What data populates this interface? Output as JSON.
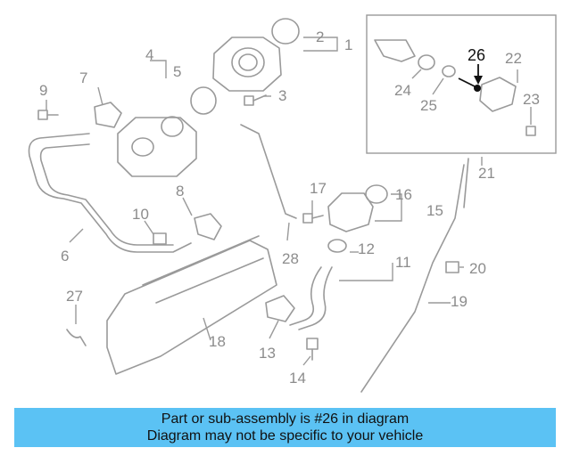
{
  "caption": {
    "line1": "Part or sub-assembly is #26 in diagram",
    "line2": "Diagram may not be specific to your vehicle"
  },
  "callouts": {
    "c1": "1",
    "c2": "2",
    "c3": "3",
    "c4": "4",
    "c5": "5",
    "c6": "6",
    "c7": "7",
    "c8": "8",
    "c9": "9",
    "c10": "10",
    "c11": "11",
    "c12": "12",
    "c13": "13",
    "c14": "14",
    "c15": "15",
    "c16": "16",
    "c17": "17",
    "c18": "18",
    "c19": "19",
    "c20": "20",
    "c21": "21",
    "c22": "22",
    "c23": "23",
    "c24": "24",
    "c25": "25",
    "c26": "26",
    "c27": "27",
    "c28": "28"
  },
  "highlighted_part": "26"
}
